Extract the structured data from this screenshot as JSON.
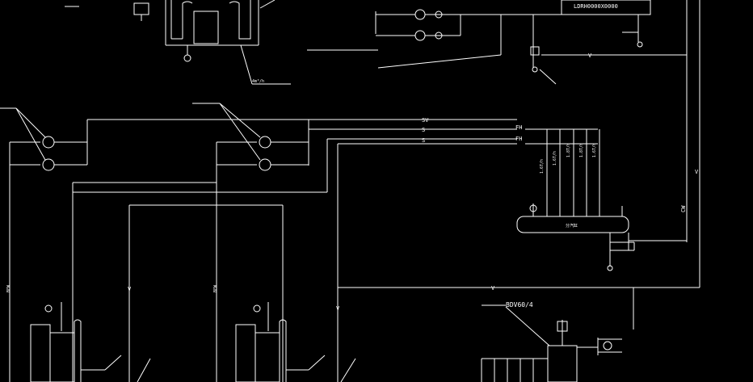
{
  "drawing": {
    "background": "#000000",
    "line_color": "#ffffff",
    "labels": {
      "flow_top": "4m³/h",
      "flow_1": "1.6T/h",
      "flow_2": "1.6T/h",
      "flow_3": "1.8T/h",
      "flow_4": "1.8T/h",
      "flow_5": "1.6T/h",
      "model": "BDV60/4",
      "tank_model": "LDRH0000X0000",
      "line_sv": "SV",
      "line_s1": "S",
      "line_s2": "S",
      "line_fh1": "FH",
      "line_fh2": "FH",
      "line_cw": "CW",
      "line_v1": "V",
      "line_v2": "V",
      "line_v3": "V",
      "line_v4": "V",
      "line_v5": "V",
      "line_bfw1": "BFW",
      "line_bfw2": "BFW"
    }
  }
}
